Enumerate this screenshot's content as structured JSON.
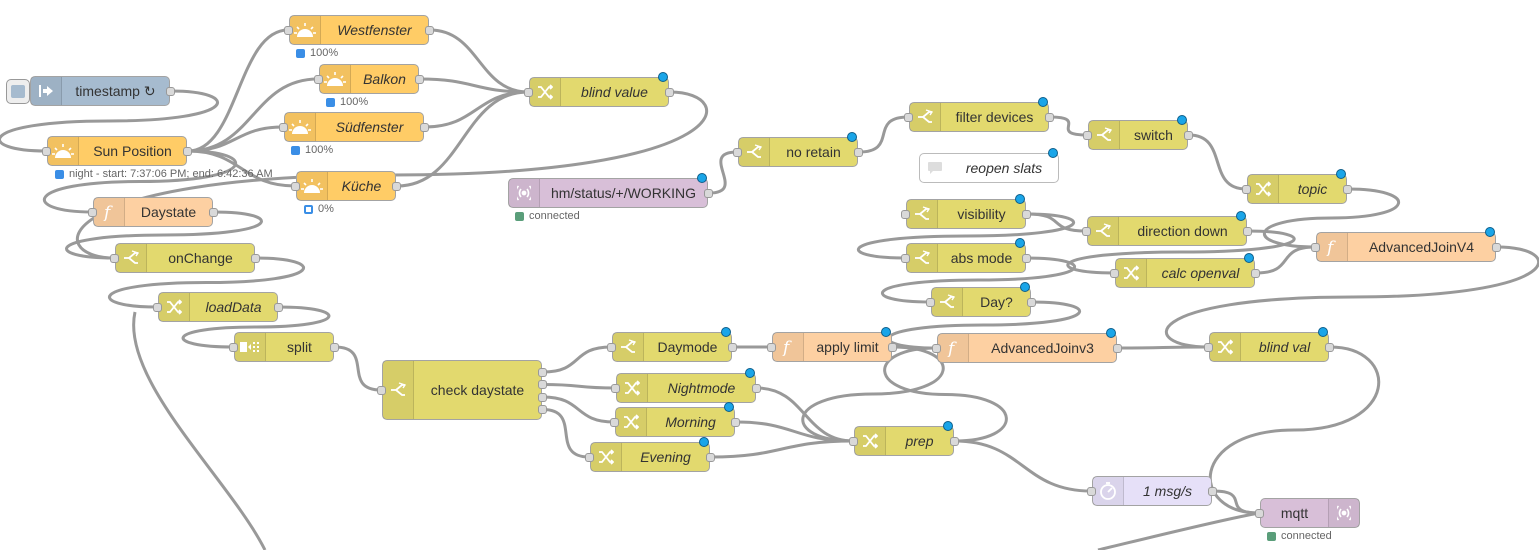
{
  "nodes": [
    {
      "id": "westfenster",
      "label": "Westfenster",
      "italic": true,
      "color": "o",
      "icon": "sun-icon",
      "ins": 1,
      "outs": 1
    },
    {
      "id": "balkon",
      "label": "Balkon",
      "italic": true,
      "color": "o",
      "icon": "sun-icon",
      "ins": 1,
      "outs": 1
    },
    {
      "id": "suedfenster",
      "label": "Südfenster",
      "italic": true,
      "color": "o",
      "icon": "sun-icon",
      "ins": 1,
      "outs": 1
    },
    {
      "id": "kueche",
      "label": "Küche",
      "italic": true,
      "color": "o",
      "icon": "sun-icon",
      "ins": 1,
      "outs": 1
    },
    {
      "id": "timestamp",
      "label": "timestamp ↻",
      "italic": false,
      "color": "b",
      "icon": "inject-arrow-icon",
      "ins": 0,
      "outs": 1
    },
    {
      "id": "sunpos",
      "label": "Sun Position",
      "italic": false,
      "color": "o",
      "icon": "sun-icon",
      "ins": 1,
      "outs": 1
    },
    {
      "id": "daystate",
      "label": "Daystate",
      "italic": false,
      "color": "f",
      "icon": "function-icon",
      "ins": 1,
      "outs": 1
    },
    {
      "id": "onchange",
      "label": "onChange",
      "italic": false,
      "color": "y",
      "icon": "switch-icon",
      "ins": 1,
      "outs": 1
    },
    {
      "id": "loaddata",
      "label": "loadData",
      "italic": true,
      "color": "y",
      "icon": "change-icon",
      "ins": 1,
      "outs": 1
    },
    {
      "id": "split",
      "label": "split",
      "italic": false,
      "color": "y",
      "icon": "split-icon",
      "ins": 1,
      "outs": 1
    },
    {
      "id": "checkdaystate",
      "label": "check daystate",
      "italic": false,
      "color": "y",
      "icon": "switch-icon",
      "ins": 1,
      "outs": 4
    },
    {
      "id": "blindvalue",
      "label": "blind value",
      "italic": true,
      "color": "y",
      "icon": "change-icon",
      "ins": 1,
      "outs": 1,
      "dot": true
    },
    {
      "id": "hmstatus",
      "label": "hm/status/+/WORKING",
      "italic": false,
      "color": "p",
      "icon": "mqtt-icon",
      "ins": 0,
      "outs": 1,
      "dot": true
    },
    {
      "id": "noretain",
      "label": "no retain",
      "italic": false,
      "color": "y",
      "icon": "switch-icon",
      "ins": 1,
      "outs": 1,
      "dot": true
    },
    {
      "id": "filterdevices",
      "label": "filter devices",
      "italic": false,
      "color": "y",
      "icon": "switch-icon",
      "ins": 1,
      "outs": 1,
      "dot": true
    },
    {
      "id": "switch",
      "label": "switch",
      "italic": false,
      "color": "y",
      "icon": "switch-icon",
      "ins": 1,
      "outs": 1,
      "dot": true
    },
    {
      "id": "reopenslats",
      "label": "reopen slats",
      "italic": true,
      "color": "w",
      "icon": "comment-icon",
      "ins": 0,
      "outs": 0,
      "dot": true
    },
    {
      "id": "topic",
      "label": "topic",
      "italic": true,
      "color": "y",
      "icon": "change-icon",
      "ins": 1,
      "outs": 1,
      "dot": true
    },
    {
      "id": "visibility",
      "label": "visibility",
      "italic": false,
      "color": "y",
      "icon": "switch-icon",
      "ins": 1,
      "outs": 1,
      "dot": true
    },
    {
      "id": "directiondown",
      "label": "direction down",
      "italic": false,
      "color": "y",
      "icon": "switch-icon",
      "ins": 1,
      "outs": 1,
      "dot": true
    },
    {
      "id": "absmode",
      "label": "abs mode",
      "italic": false,
      "color": "y",
      "icon": "switch-icon",
      "ins": 1,
      "outs": 1,
      "dot": true
    },
    {
      "id": "calcopenval",
      "label": "calc openval",
      "italic": true,
      "color": "y",
      "icon": "change-icon",
      "ins": 1,
      "outs": 1,
      "dot": true
    },
    {
      "id": "advjoinv4",
      "label": "AdvancedJoinV4",
      "italic": false,
      "color": "f",
      "icon": "function-icon",
      "ins": 1,
      "outs": 1,
      "dot": true
    },
    {
      "id": "day",
      "label": "Day?",
      "italic": false,
      "color": "y",
      "icon": "switch-icon",
      "ins": 1,
      "outs": 1,
      "dot": true
    },
    {
      "id": "daymode",
      "label": "Daymode",
      "italic": false,
      "color": "y",
      "icon": "switch-icon",
      "ins": 1,
      "outs": 1,
      "dot": true
    },
    {
      "id": "applylimit",
      "label": "apply limit",
      "italic": false,
      "color": "f",
      "icon": "function-icon",
      "ins": 1,
      "outs": 1,
      "dot": true
    },
    {
      "id": "advjoinv3",
      "label": "AdvancedJoinv3",
      "italic": false,
      "color": "f",
      "icon": "function-icon",
      "ins": 1,
      "outs": 1,
      "dot": true
    },
    {
      "id": "blindval",
      "label": "blind val",
      "italic": true,
      "color": "y",
      "icon": "change-icon",
      "ins": 1,
      "outs": 1,
      "dot": true
    },
    {
      "id": "nightmode",
      "label": "Nightmode",
      "italic": true,
      "color": "y",
      "icon": "change-icon",
      "ins": 1,
      "outs": 1,
      "dot": true
    },
    {
      "id": "morning",
      "label": "Morning",
      "italic": true,
      "color": "y",
      "icon": "change-icon",
      "ins": 1,
      "outs": 1,
      "dot": true
    },
    {
      "id": "evening",
      "label": "Evening",
      "italic": true,
      "color": "y",
      "icon": "change-icon",
      "ins": 1,
      "outs": 1,
      "dot": true
    },
    {
      "id": "prep",
      "label": "prep",
      "italic": true,
      "color": "y",
      "icon": "change-icon",
      "ins": 1,
      "outs": 1,
      "dot": true
    },
    {
      "id": "delay",
      "label": "1 msg/s",
      "italic": true,
      "color": "g",
      "icon": "timer-icon",
      "ins": 1,
      "outs": 1
    },
    {
      "id": "mqtt",
      "label": "mqtt",
      "italic": false,
      "color": "p",
      "icon": "mqtt-icon",
      "ins": 1,
      "outs": 0,
      "iconRight": true
    }
  ],
  "statuses": [
    {
      "node": "westfenster",
      "text": "100%",
      "fill": "#3a8ee6",
      "ring": false
    },
    {
      "node": "balkon",
      "text": "100%",
      "fill": "#3a8ee6",
      "ring": false
    },
    {
      "node": "suedfenster",
      "text": "100%",
      "fill": "#3a8ee6",
      "ring": false
    },
    {
      "node": "sunpos",
      "text": "night - start: 7:37:06 PM; end: 6:42:36 AM",
      "fill": "#3a8ee6",
      "ring": false
    },
    {
      "node": "kueche",
      "text": "0%",
      "fill": "#3a8ee6",
      "ring": true
    },
    {
      "node": "hmstatus",
      "text": "connected",
      "fill": "#5a9e7a",
      "ring": false
    },
    {
      "node": "mqtt",
      "text": "connected",
      "fill": "#5a9e7a",
      "ring": false
    }
  ],
  "colors": {
    "wire": "#999999",
    "port_dot": "#1aa5e8"
  }
}
